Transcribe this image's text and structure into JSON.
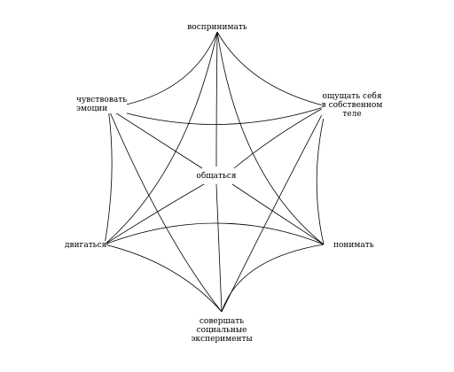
{
  "nodes": {
    "top": "воспринимать",
    "upper_left": "чувствовать\nэмоции",
    "upper_right": "ощущать себя\nв собственном\nтеле",
    "center": "общаться",
    "lower_left": "двигаться",
    "lower_right": "понимать",
    "bottom": "совершать\nсоциальные\nэксперименты"
  },
  "colors": {
    "stroke": "#000000",
    "background": "#ffffff"
  }
}
